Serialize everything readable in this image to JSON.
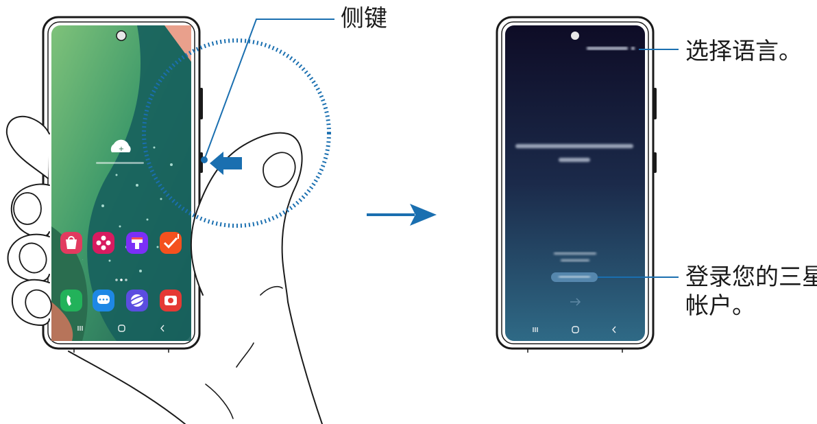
{
  "callouts": {
    "side_key": "侧键",
    "select_language": "选择语言。",
    "samsung_account_line1": "登录您的三星",
    "samsung_account_line2": "帐户。"
  },
  "phone_left": {
    "screen_style": "home-screen-wallpaper",
    "app_icons": [
      "shopping-bag-icon",
      "flower-icon",
      "ticket-icon",
      "checkmark-icon",
      "phone-icon",
      "message-icon",
      "browser-icon",
      "camera-icon"
    ],
    "nav_icons": [
      "recent-apps-icon",
      "home-icon",
      "back-icon"
    ]
  },
  "phone_right": {
    "screen_style": "blurred-welcome-screen",
    "nav_icons": [
      "recent-apps-icon",
      "home-icon",
      "back-icon"
    ]
  },
  "colors": {
    "accent_blue": "#1a6fb0",
    "outline": "#1a1a1a",
    "welcome_bg_top": "#0e0c26",
    "welcome_bg_bottom": "#2c5b76"
  }
}
